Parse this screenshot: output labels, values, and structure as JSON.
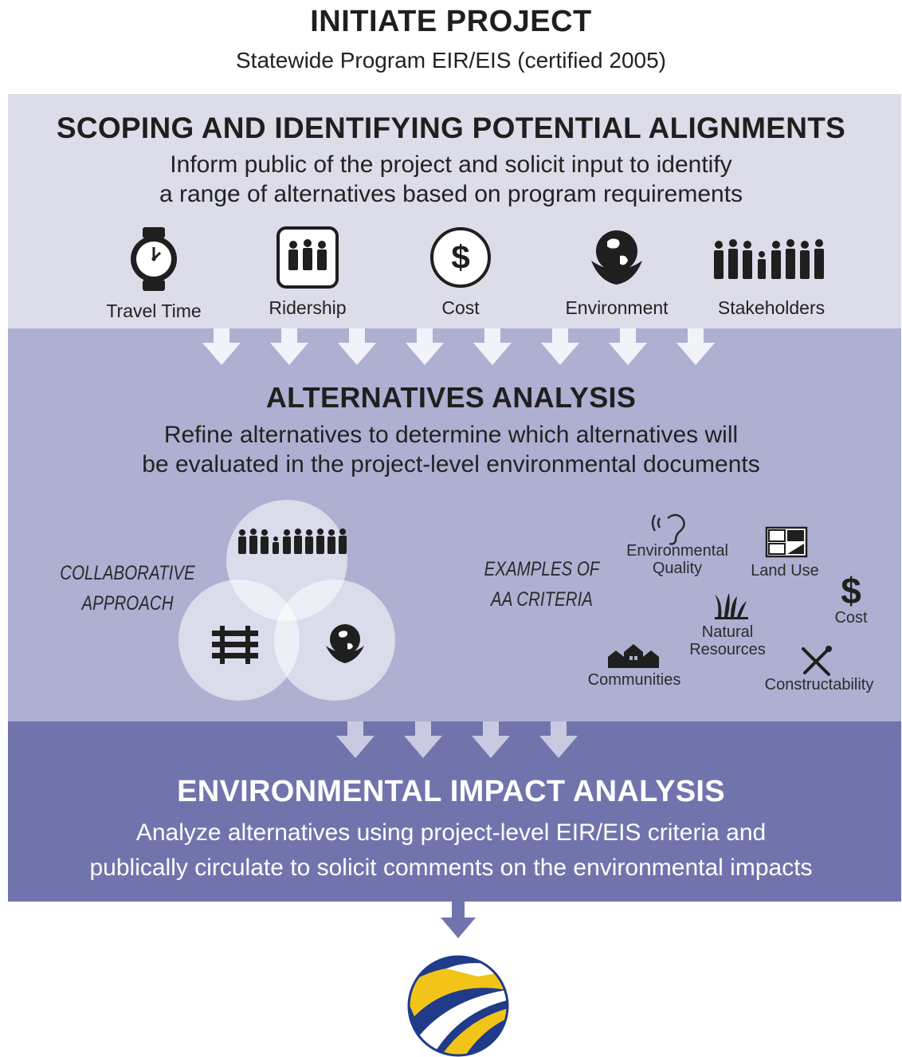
{
  "header": {
    "title": "INITIATE PROJECT",
    "subtitle": "Statewide Program EIR/EIS (certified 2005)"
  },
  "scoping": {
    "title": "SCOPING AND IDENTIFYING POTENTIAL ALIGNMENTS",
    "description_line1": "Inform public of the project and solicit input to identify",
    "description_line2": "a range of alternatives based on program requirements",
    "icons": [
      {
        "label": "Travel Time",
        "icon": "clock-icon"
      },
      {
        "label": "Ridership",
        "icon": "ridership-icon"
      },
      {
        "label": "Cost",
        "icon": "dollar-icon"
      },
      {
        "label": "Environment",
        "icon": "globe-leaf-icon"
      },
      {
        "label": "Stakeholders",
        "icon": "people-group-icon"
      }
    ]
  },
  "alternatives": {
    "title": "ALTERNATIVES ANALYSIS",
    "description_line1": "Refine alternatives to determine which alternatives will",
    "description_line2": "be evaluated in the project-level environmental documents",
    "collaborative_line1": "COLLABORATIVE",
    "collaborative_line2": "APPROACH",
    "examples_line1": "EXAMPLES OF",
    "examples_line2": "AA CRITERIA",
    "criteria": {
      "environmental_quality_line1": "Environmental",
      "environmental_quality_line2": "Quality",
      "land_use": "Land Use",
      "cost": "Cost",
      "natural_resources_line1": "Natural",
      "natural_resources_line2": "Resources",
      "communities": "Communities",
      "constructability": "Constructability"
    }
  },
  "environmental_impact": {
    "title": "ENVIRONMENTAL IMPACT ANALYSIS",
    "description_line1": "Analyze alternatives using project-level EIR/EIS criteria and",
    "description_line2": "publically circulate to solicit comments on the environmental impacts"
  },
  "colors": {
    "band_light": "#dcdde9",
    "band_mid": "#aeb0d2",
    "band_dark": "#7174ac",
    "logo_blue": "#1f3b8a",
    "logo_yellow": "#f2c418"
  }
}
